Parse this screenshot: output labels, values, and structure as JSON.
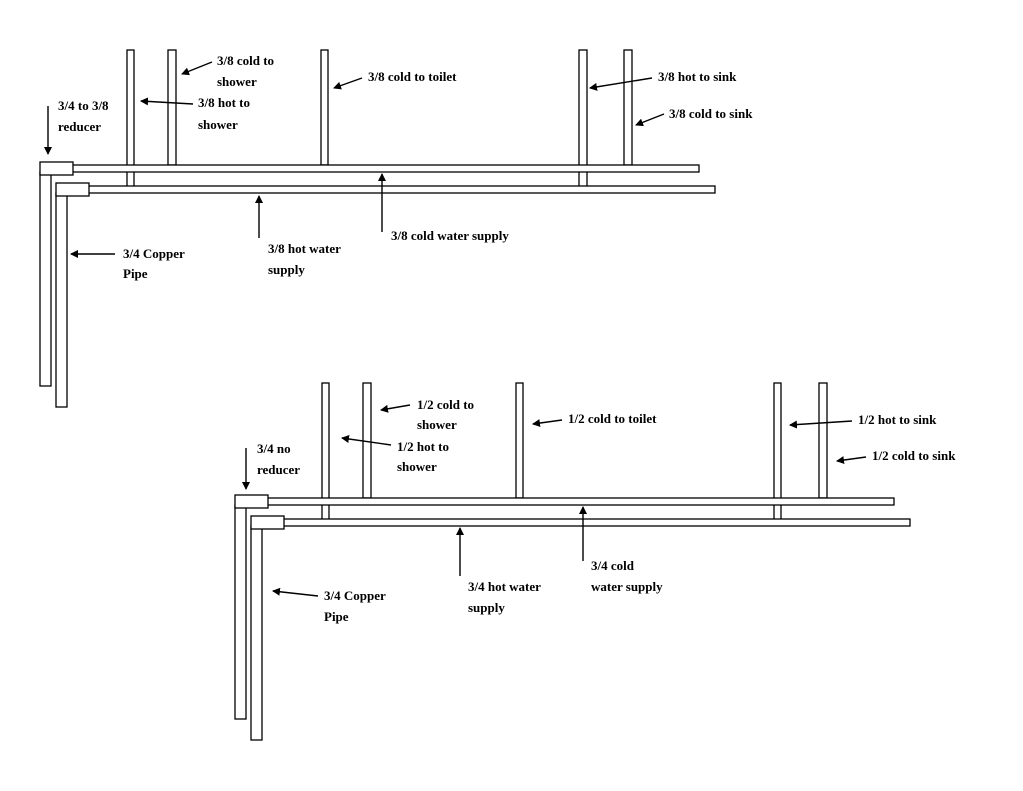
{
  "colors": {
    "line": "#000000",
    "background": "#ffffff",
    "pipe_fill": "#ffffff"
  },
  "diagrams": [
    {
      "labels": {
        "cold_to_shower": [
          "3/8 cold to",
          "shower"
        ],
        "hot_to_shower": [
          "3/8 hot to",
          "shower"
        ],
        "cold_to_toilet": [
          "3/8 cold to toilet"
        ],
        "hot_to_sink": [
          "3/8 hot to sink"
        ],
        "cold_to_sink": [
          "3/8 cold to sink"
        ],
        "reducer": [
          "3/4 to 3/8",
          "reducer"
        ],
        "copper_pipe": [
          "3/4  Copper",
          "Pipe"
        ],
        "hot_supply": [
          "3/8 hot water",
          "supply"
        ],
        "cold_supply": [
          "3/8 cold water supply"
        ]
      }
    },
    {
      "labels": {
        "cold_to_shower": [
          "1/2 cold to",
          "shower"
        ],
        "hot_to_shower": [
          "1/2 hot to",
          "shower"
        ],
        "cold_to_toilet": [
          "1/2 cold to toilet"
        ],
        "hot_to_sink": [
          "1/2 hot to sink"
        ],
        "cold_to_sink": [
          "1/2 cold to sink"
        ],
        "reducer": [
          "3/4 no",
          "reducer"
        ],
        "copper_pipe": [
          "3/4  Copper",
          "Pipe"
        ],
        "hot_supply": [
          "3/4 hot water",
          "supply"
        ],
        "cold_supply": [
          "3/4 cold",
          "water supply"
        ]
      }
    }
  ]
}
